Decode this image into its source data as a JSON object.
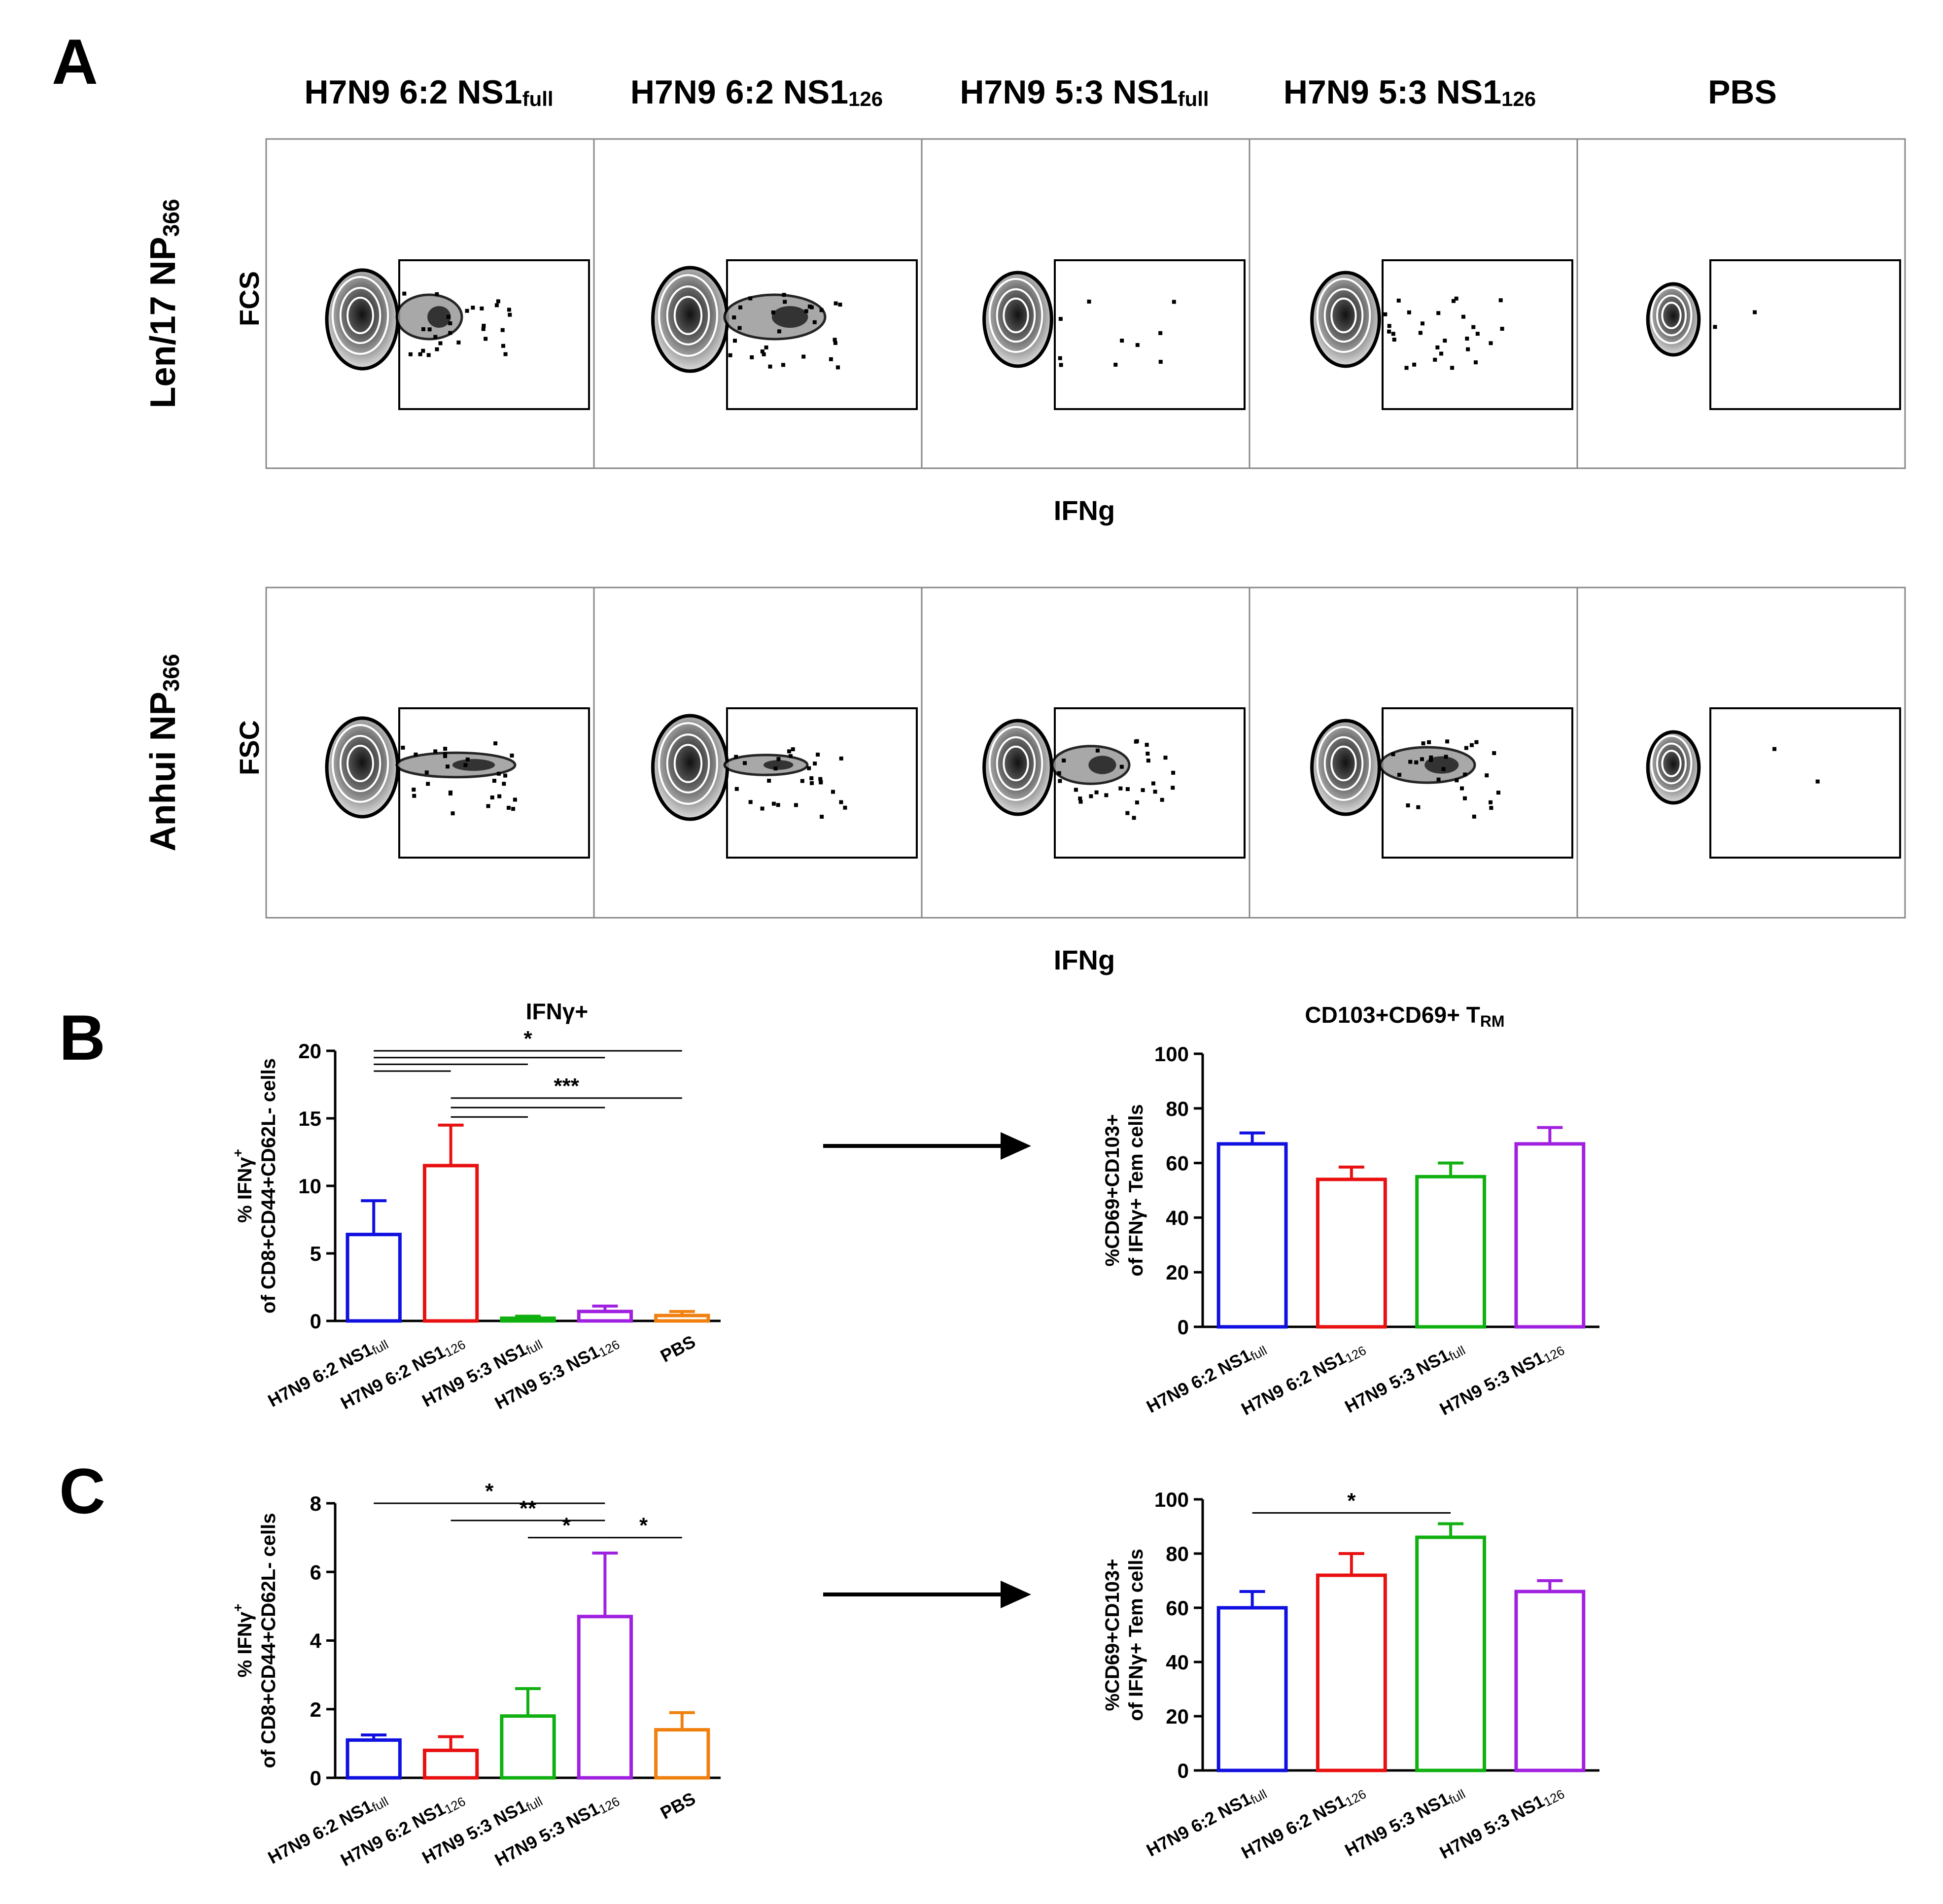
{
  "panel_labels": {
    "a": "A",
    "b": "B",
    "c": "C"
  },
  "panel_a": {
    "column_headers": [
      {
        "main": "H7N9 6:2 NS1",
        "sub": "full"
      },
      {
        "main": "H7N9 6:2 NS1",
        "sub": "126"
      },
      {
        "main": "H7N9 5:3 NS1",
        "sub": "full"
      },
      {
        "main": "H7N9 5:3 NS1",
        "sub": "126"
      },
      {
        "main": "PBS",
        "sub": ""
      }
    ],
    "rows": [
      {
        "row_label_main": "Len/17 NP",
        "row_label_sub": "366",
        "y_axis": "FCS",
        "x_axis": "IFNg"
      },
      {
        "row_label_main": "Anhui NP",
        "row_label_sub": "366",
        "y_axis": "FSC",
        "x_axis": "IFNg"
      }
    ]
  },
  "chart_data": [
    {
      "id": "B-left",
      "type": "bar",
      "title": "IFNγ+",
      "ylabel_line1": "% IFNγ",
      "ylabel_sup": "+",
      "ylabel_line2": "of CD8+CD44+CD62L- cells",
      "categories": [
        {
          "main": "H7N9 6:2 NS1",
          "sub": "full"
        },
        {
          "main": "H7N9 6:2 NS1",
          "sub": "126"
        },
        {
          "main": "H7N9 5:3 NS1",
          "sub": "full"
        },
        {
          "main": "H7N9 5:3 NS1",
          "sub": "126"
        },
        {
          "main": "PBS",
          "sub": ""
        }
      ],
      "values": [
        6.4,
        11.5,
        0.2,
        0.7,
        0.4
      ],
      "errors": [
        2.5,
        3.0,
        0.15,
        0.4,
        0.3
      ],
      "colors": [
        "#1010e0",
        "#e81010",
        "#10b010",
        "#a020e0",
        "#f08010"
      ],
      "ylim": [
        0,
        20
      ],
      "yticks": [
        0,
        5,
        10,
        15,
        20
      ],
      "significance": [
        {
          "from": 0,
          "to": 4,
          "level": 20.0,
          "label": "*"
        },
        {
          "from": 0,
          "to": 3,
          "level": 19.5,
          "label": ""
        },
        {
          "from": 0,
          "to": 2,
          "level": 19.0,
          "label": ""
        },
        {
          "from": 0,
          "to": 1,
          "level": 18.5,
          "label": ""
        },
        {
          "from": 1,
          "to": 4,
          "level": 16.5,
          "label": "***"
        },
        {
          "from": 1,
          "to": 3,
          "level": 15.8,
          "label": ""
        },
        {
          "from": 1,
          "to": 2,
          "level": 15.1,
          "label": ""
        }
      ]
    },
    {
      "id": "B-right",
      "type": "bar",
      "title": "CD103+CD69+ T",
      "title_sub": "RM",
      "ylabel_line1": "%CD69+CD103+",
      "ylabel_line2": "of IFNγ+ Tem cells",
      "categories": [
        {
          "main": "H7N9 6:2 NS1",
          "sub": "full"
        },
        {
          "main": "H7N9 6:2 NS1",
          "sub": "126"
        },
        {
          "main": "H7N9 5:3 NS1",
          "sub": "full"
        },
        {
          "main": "H7N9 5:3 NS1",
          "sub": "126"
        }
      ],
      "values": [
        67,
        54,
        55,
        67
      ],
      "errors": [
        4,
        4.5,
        5,
        6
      ],
      "colors": [
        "#1010e0",
        "#e81010",
        "#10b010",
        "#a020e0"
      ],
      "ylim": [
        0,
        100
      ],
      "yticks": [
        0,
        20,
        40,
        60,
        80,
        100
      ],
      "significance": []
    },
    {
      "id": "C-left",
      "type": "bar",
      "title": "",
      "ylabel_line1": "% IFNγ",
      "ylabel_sup": "+",
      "ylabel_line2": "of CD8+CD44+CD62L- cells",
      "categories": [
        {
          "main": "H7N9 6:2 NS1",
          "sub": "full"
        },
        {
          "main": "H7N9 6:2 NS1",
          "sub": "126"
        },
        {
          "main": "H7N9 5:3 NS1",
          "sub": "full"
        },
        {
          "main": "H7N9 5:3 NS1",
          "sub": "126"
        },
        {
          "main": "PBS",
          "sub": ""
        }
      ],
      "values": [
        1.1,
        0.8,
        1.8,
        4.7,
        1.4
      ],
      "errors": [
        0.15,
        0.4,
        0.8,
        1.85,
        0.5
      ],
      "colors": [
        "#1010e0",
        "#e81010",
        "#10b010",
        "#a020e0",
        "#f08010"
      ],
      "ylim": [
        0,
        8
      ],
      "yticks": [
        0,
        2,
        4,
        6,
        8
      ],
      "significance": [
        {
          "from": 0,
          "to": 3,
          "level": 8.0,
          "label": "*"
        },
        {
          "from": 1,
          "to": 3,
          "level": 7.5,
          "label": "**"
        },
        {
          "from": 2,
          "to": 3,
          "level": 7.0,
          "label": "*"
        },
        {
          "from": 3,
          "to": 4,
          "level": 7.0,
          "label": "*"
        }
      ]
    },
    {
      "id": "C-right",
      "type": "bar",
      "title": "",
      "ylabel_line1": "%CD69+CD103+",
      "ylabel_line2": "of IFNγ+ Tem cells",
      "categories": [
        {
          "main": "H7N9 6:2 NS1",
          "sub": "full"
        },
        {
          "main": "H7N9 6:2 NS1",
          "sub": "126"
        },
        {
          "main": "H7N9 5:3 NS1",
          "sub": "full"
        },
        {
          "main": "H7N9 5:3 NS1",
          "sub": "126"
        }
      ],
      "values": [
        60,
        72,
        86,
        66
      ],
      "errors": [
        6,
        8,
        5,
        4
      ],
      "colors": [
        "#1010e0",
        "#e81010",
        "#10b010",
        "#a020e0"
      ],
      "ylim": [
        0,
        100
      ],
      "yticks": [
        0,
        20,
        40,
        60,
        80,
        100
      ],
      "significance": [
        {
          "from": 0,
          "to": 2,
          "level": 95,
          "label": "*"
        }
      ]
    }
  ]
}
